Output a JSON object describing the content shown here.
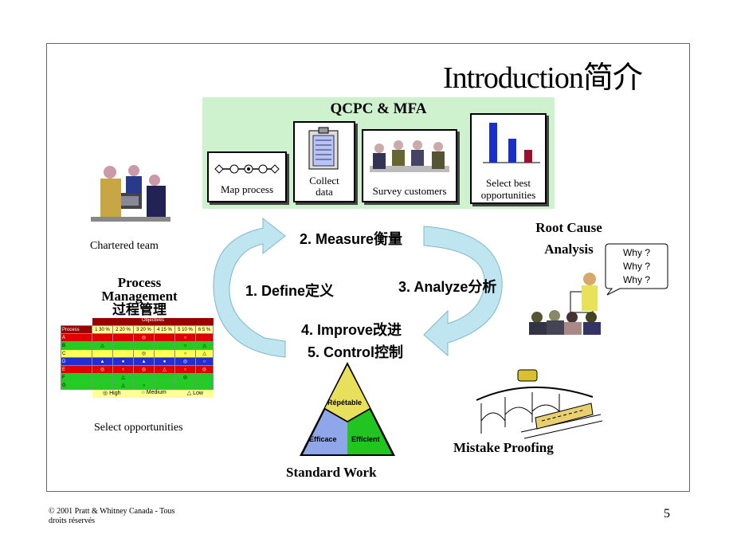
{
  "slide": {
    "title": "Introduction简介",
    "page_number": "5",
    "footer": [
      "© 2001 Pratt & Whitney Canada - Tous",
      "droits réservés"
    ]
  },
  "qcpc": {
    "title": "QCPC & MFA",
    "cards": [
      {
        "label": "Map process"
      },
      {
        "label_lines": [
          "Collect",
          "data"
        ]
      },
      {
        "label": "Survey customers"
      },
      {
        "label_lines": [
          "Select best",
          "opportunities"
        ]
      }
    ]
  },
  "cycle": {
    "define": "1. Define定义",
    "measure": "2. Measure衡量",
    "analyze": "3. Analyze分析",
    "improve": "4. Improve改进",
    "control": "5. Control控制"
  },
  "team": {
    "caption": "Chartered team"
  },
  "process_mgmt": {
    "title_lines": [
      "Process",
      "Management",
      "过程管理"
    ],
    "matrix": {
      "header": "Objectives",
      "row_label": "Process",
      "columns": [
        "1\n30 %",
        "2\n20 %",
        "3\n20 %",
        "4\n15 %",
        "5\n10 %",
        "6\n5 %"
      ],
      "rows": [
        "A",
        "B",
        "C",
        "D",
        "E",
        "F",
        "G"
      ],
      "legend": [
        "High",
        "Medium",
        "Low"
      ]
    },
    "caption": "Select opportunities"
  },
  "root_cause": {
    "title_lines": [
      "Root Cause",
      "Analysis"
    ],
    "bubble": [
      "Why ?",
      "Why ?",
      "Why ?"
    ]
  },
  "standard_work": {
    "caption": "Standard Work",
    "triangle": [
      "Répétable",
      "Efficace",
      "Efficient"
    ]
  },
  "mistake_proofing": {
    "caption": "Mistake Proofing"
  },
  "colors": {
    "qcpc_bg": "#cdf2cd",
    "arrow": "#bfe6f0",
    "matrix_header": "#990000"
  }
}
